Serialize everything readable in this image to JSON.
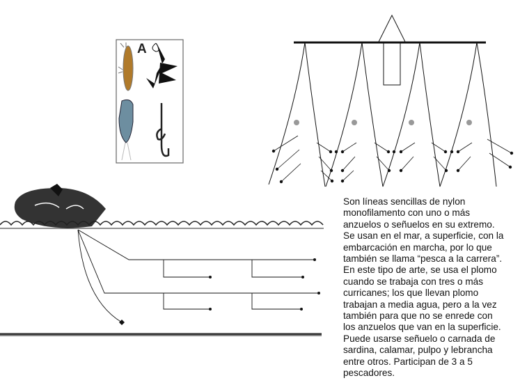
{
  "lure_panel": {
    "label": "A"
  },
  "description": {
    "lines": [
      "Son líneas sencillas de nylon",
      "monofilamento con uno o más",
      "anzuelos o señuelos en su extremo.",
      "Se usan en el mar, a superficie, con la",
      "embarcación en marcha, por lo que",
      "también se llama “pesca a la carrera”.",
      "En este tipo de arte, se usa el plomo",
      "cuando se trabaja con tres o más",
      "curricanes; los que llevan plomo",
      "trabajan a media agua, pero a la vez",
      "también para que no se enrede con",
      "los anzuelos que van en la superficie.",
      "Puede usarse señuelo o carnada de",
      "sardina, calamar, pulpo y lebrancha",
      "entre otros. Participan de 3 a 5",
      "pescadores."
    ]
  },
  "colors": {
    "line": "#111111",
    "float_dot": "#999999"
  }
}
